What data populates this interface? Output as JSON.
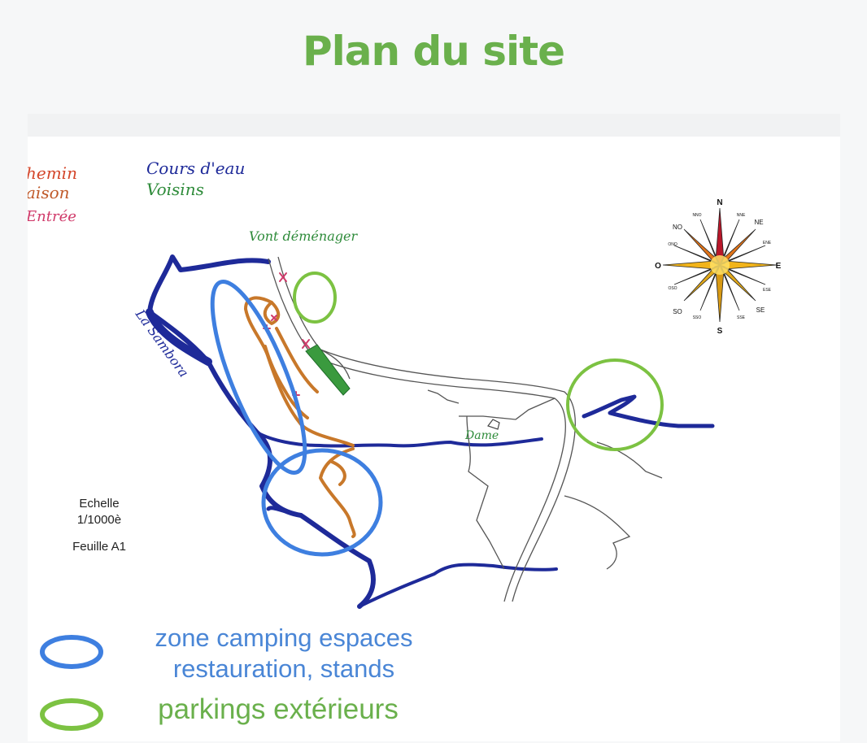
{
  "page": {
    "title": "Plan du site"
  },
  "map": {
    "hand_legend": {
      "chemin": "hemin",
      "maison": "aison",
      "entree": "Entrée",
      "cours_eau": "Cours d'eau",
      "voisins": "Voisins"
    },
    "labels": {
      "neighbours_moving": "Vont déménager",
      "river": "La Sambora",
      "dam": "Dame",
      "scale": "Echelle",
      "scale_value": "1/1000è",
      "sheet": "Feuille A1"
    },
    "compass": {
      "n": "N",
      "s": "S",
      "e": "E",
      "o": "O",
      "ne": "NE",
      "no": "NO",
      "se": "SE",
      "so": "SO",
      "nne": "NNE",
      "nno": "NNO",
      "ene": "ENE",
      "ono": "ONO",
      "ese": "ESE",
      "oso": "OSO",
      "sse": "SSE",
      "sso": "SSO"
    },
    "colors": {
      "river": "#1e2a99",
      "road": "#555555",
      "path": "#c8782a",
      "entry": "#d03a6a",
      "neighbours": "#2e8b3a",
      "camping_zone": "#3e7fe0",
      "parking_zone": "#7cc242"
    }
  },
  "legend": {
    "camping": "zone camping espaces restauration, stands",
    "camping_line1": "zone camping espaces",
    "camping_line2": "restauration, stands",
    "parking": "parkings extérieurs"
  }
}
